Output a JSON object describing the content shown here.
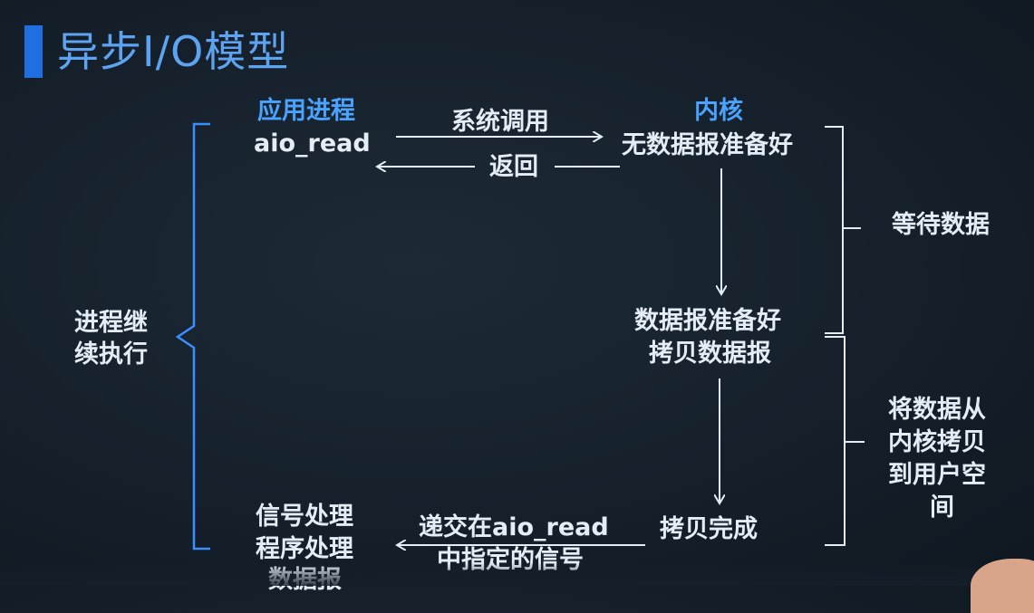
{
  "title": "异步I/O模型",
  "left": {
    "brace_label": [
      "进程继",
      "续执行"
    ],
    "app_process": "应用进程",
    "aio_read": "aio_read",
    "signal_handling": [
      "信号处理",
      "程序处理",
      "数据报"
    ]
  },
  "arrows": {
    "syscall": "系统调用",
    "return": "返回",
    "deliver": [
      "递交在aio_read",
      "中指定的信号"
    ]
  },
  "kernel": {
    "title": "内核",
    "no_data": "无数据报准备好",
    "data_ready": [
      "数据报准备好",
      "拷贝数据报"
    ],
    "copy_done": "拷贝完成"
  },
  "right": {
    "wait_data": "等待数据",
    "copy_data": [
      "将数据从",
      "内核拷贝",
      "到用户空",
      "间"
    ]
  },
  "colors": {
    "accent": "#4aa3ff",
    "title_bar": "#1f6fe0",
    "text": "#e4ecf6"
  }
}
